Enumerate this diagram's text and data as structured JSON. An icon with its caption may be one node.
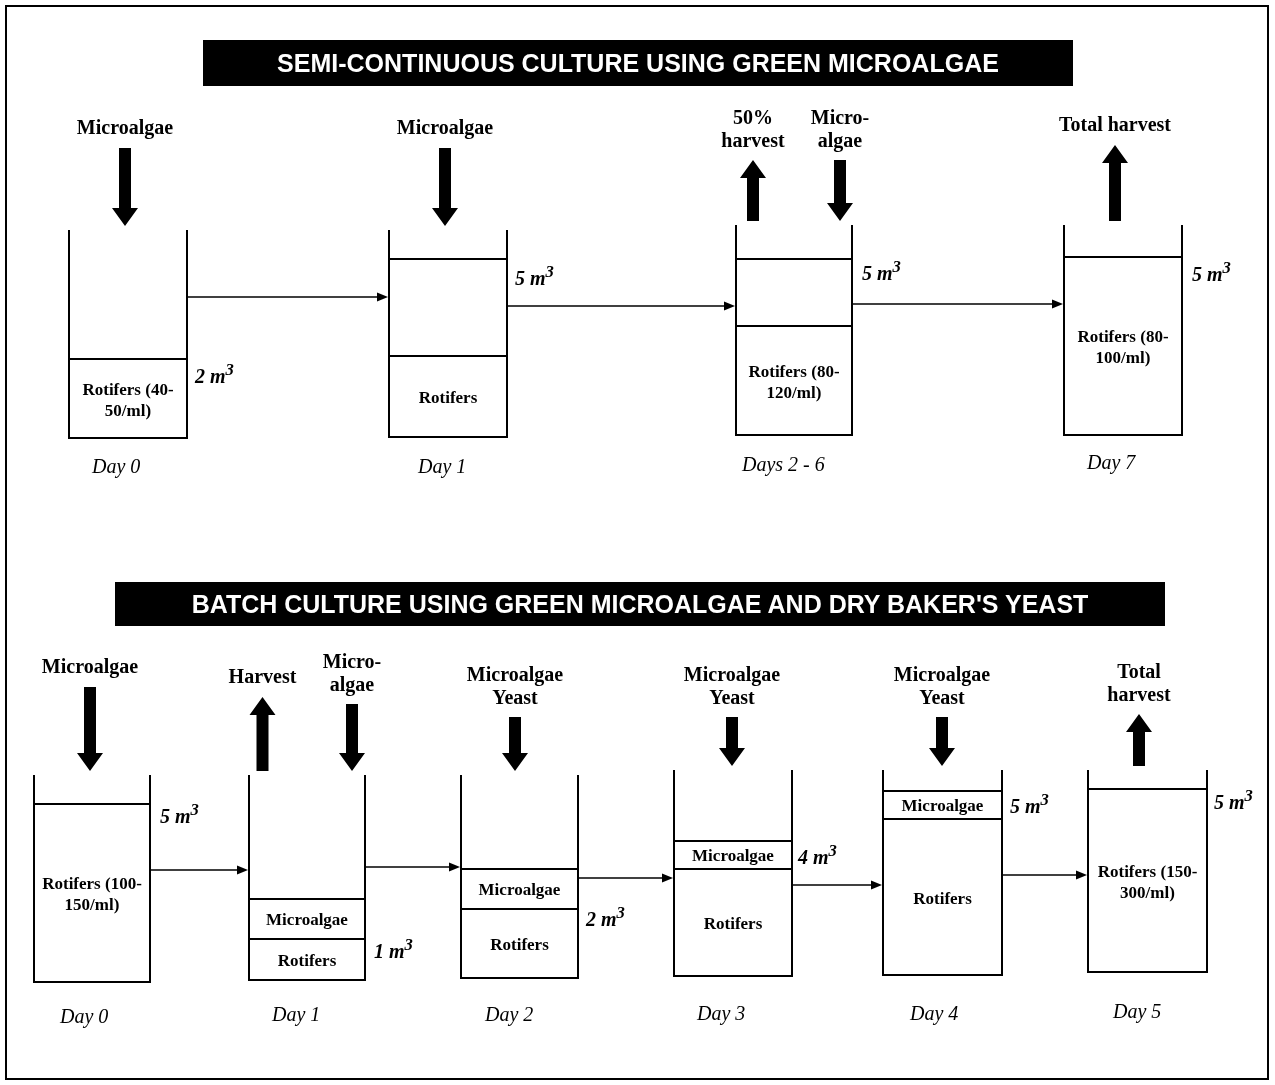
{
  "diagram": {
    "nodes": [
      {
        "text": [
          "SEMI-CONTINUOUS CULTURE USING GREEN MICROALGAE"
        ]
      },
      {
        "text": [
          "Microalgae"
        ]
      },
      {
        "text": [],
        "shape": "tank",
        "beside": [
          "2 m$^{3}$",
          "Day 0"
        ]
      },
      {
        "text": [
          "Rotifers (40-50/ml)"
        ],
        "in": 2
      },
      {
        "text": [
          "Microalgae"
        ]
      },
      {
        "text": [],
        "shape": "tank",
        "beside": [
          "5 m$^{3}$",
          "Day 1"
        ]
      },
      {
        "text": [],
        "shape": "box",
        "in": 5
      },
      {
        "text": [
          "Rotifers"
        ],
        "in": 5
      },
      {
        "text": [
          "50% harvest"
        ]
      },
      {
        "text": [
          "Micro- algae"
        ]
      },
      {
        "text": [],
        "shape": "tank",
        "beside": [
          "5 m$^{3}$",
          "Days 2 - 6"
        ]
      },
      {
        "text": [],
        "shape": "box",
        "in": 10
      },
      {
        "text": [
          "Rotifers (80-120/ml)"
        ],
        "in": 10
      },
      {
        "text": [
          "Total harvest"
        ]
      },
      {
        "text": [],
        "shape": "tank",
        "beside": [
          "5 m$^{3}$",
          "Day 7"
        ]
      },
      {
        "text": [
          "Rotifers (80-100/ml)"
        ],
        "in": 14
      },
      {
        "text": [
          "BATCH CULTURE USING GREEN MICROALGAE AND DRY BAKER'S YEAST"
        ]
      },
      {
        "text": [
          "Microalgae"
        ]
      },
      {
        "text": [],
        "shape": "tank",
        "beside": [
          "5 m$^{3}$",
          "Day 0"
        ]
      },
      {
        "text": [
          "Rotifers (100-150/ml)"
        ],
        "in": 18
      },
      {
        "text": [
          "Harvest"
        ]
      },
      {
        "text": [
          "Micro- algae"
        ]
      },
      {
        "text": [],
        "shape": "tank",
        "beside": [
          "1 m$^{3}$",
          "Day 1"
        ]
      },
      {
        "text": [
          "Microalgae"
        ],
        "in": 22
      },
      {
        "text": [
          "Rotifers"
        ],
        "in": 22
      },
      {
        "text": [
          "Microalgae Yeast"
        ]
      },
      {
        "text": [],
        "shape": "tank",
        "beside": [
          "2 m$^{3}$",
          "Day 2"
        ]
      },
      {
        "text": [
          "Microalgae"
        ],
        "in": 26
      },
      {
        "text": [
          "Rotifers"
        ],
        "in": 26
      },
      {
        "text": [
          "Microalgae Yeast"
        ]
      },
      {
        "text": [],
        "shape": "tank",
        "beside": [
          "4 m$^{3}$",
          "Day 3"
        ]
      },
      {
        "text": [
          "Microalgae"
        ],
        "in": 30
      },
      {
        "text": [
          "Rotifers"
        ],
        "in": 30
      },
      {
        "text": [
          "Microalgae Yeast"
        ]
      },
      {
        "text": [],
        "shape": "tank",
        "beside": [
          "5 m$^{3}$",
          "Day 4"
        ]
      },
      {
        "text": [
          "Microalgae"
        ],
        "in": 34
      },
      {
        "text": [
          "Rotifers"
        ],
        "in": 34
      },
      {
        "text": [
          "Total harvest"
        ]
      },
      {
        "text": [],
        "shape": "tank",
        "beside": [
          "5 m$^{3}$",
          "Day 5"
        ]
      },
      {
        "text": [
          "Rotifers (150-300/ml)"
        ],
        "in": 38
      }
    ],
    "edges": [
      {
        "from": 1,
        "to": 2,
        "arrow": "to",
        "style": "thick"
      },
      {
        "from": 2,
        "to": 5,
        "arrow": "to"
      },
      {
        "from": 4,
        "to": 5,
        "arrow": "to",
        "style": "thick"
      },
      {
        "from": 10,
        "to": 8,
        "arrow": "to",
        "style": "thick"
      },
      {
        "from": 9,
        "to": 10,
        "arrow": "to",
        "style": "thick"
      },
      {
        "from": 5,
        "to": 10,
        "arrow": "to"
      },
      {
        "from": 10,
        "to": 14,
        "arrow": "to"
      },
      {
        "from": 14,
        "to": 13,
        "arrow": "to",
        "style": "thick"
      },
      {
        "from": 17,
        "to": 18,
        "arrow": "to",
        "style": "thick"
      },
      {
        "from": 18,
        "to": 22,
        "arrow": "to"
      },
      {
        "from": 22,
        "to": 20,
        "arrow": "to",
        "style": "thick"
      },
      {
        "from": 21,
        "to": 22,
        "arrow": "to",
        "style": "thick"
      },
      {
        "from": 22,
        "to": 26,
        "arrow": "to"
      },
      {
        "from": 25,
        "to": 26,
        "arrow": "to",
        "style": "thick"
      },
      {
        "from": 26,
        "to": 30,
        "arrow": "to"
      },
      {
        "from": 29,
        "to": 30,
        "arrow": "to",
        "style": "thick"
      },
      {
        "from": 30,
        "to": 34,
        "arrow": "to"
      },
      {
        "from": 33,
        "to": 34,
        "arrow": "to",
        "style": "thick"
      },
      {
        "from": 34,
        "to": 38,
        "arrow": "to"
      },
      {
        "from": 38,
        "to": 37,
        "arrow": "to",
        "style": "thick"
      }
    ]
  }
}
